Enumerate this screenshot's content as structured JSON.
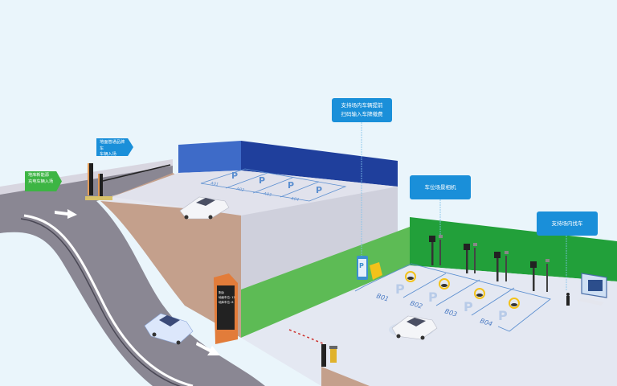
{
  "colors": {
    "background": "#eaf5fb",
    "callout_blue": "#1a8fd9",
    "tag_green": "#3db544",
    "wall_green": "#22a03a",
    "wall_light_green": "#5dbb55",
    "roof_blue": "#1f3f9c",
    "road": "#8a8793",
    "parking_line": "#5c8fd0",
    "lock_yellow": "#f3c21a",
    "building_brown": "#c4a08c"
  },
  "callouts": {
    "scan_pay": {
      "line1": "支持场内车辆提前",
      "line2": "扫码输入车牌缴费"
    },
    "camera": {
      "label": "车位场景相机"
    },
    "find_car": {
      "label": "支持场内找车"
    }
  },
  "tags": {
    "ground_entry": {
      "line1": "地面普通品牌车",
      "line2": "车辆入场"
    },
    "ev_entry": {
      "line1": "地库新能源",
      "line2": "充电车辆入场"
    }
  },
  "rooftop_spaces": [
    {
      "id": "A01",
      "icon": "P"
    },
    {
      "id": "A02",
      "icon": "P"
    },
    {
      "id": "A03",
      "icon": "P"
    },
    {
      "id": "A04",
      "icon": "P"
    }
  ],
  "ground_spaces": [
    {
      "id": "B01",
      "icon": "P"
    },
    {
      "id": "B02",
      "icon": "P"
    },
    {
      "id": "B03",
      "icon": "P"
    },
    {
      "id": "B04",
      "icon": "P"
    }
  ],
  "sign_board": {
    "line1": "剩余",
    "line2": "地面车位: 12",
    "line3": "地库车位: 8"
  }
}
